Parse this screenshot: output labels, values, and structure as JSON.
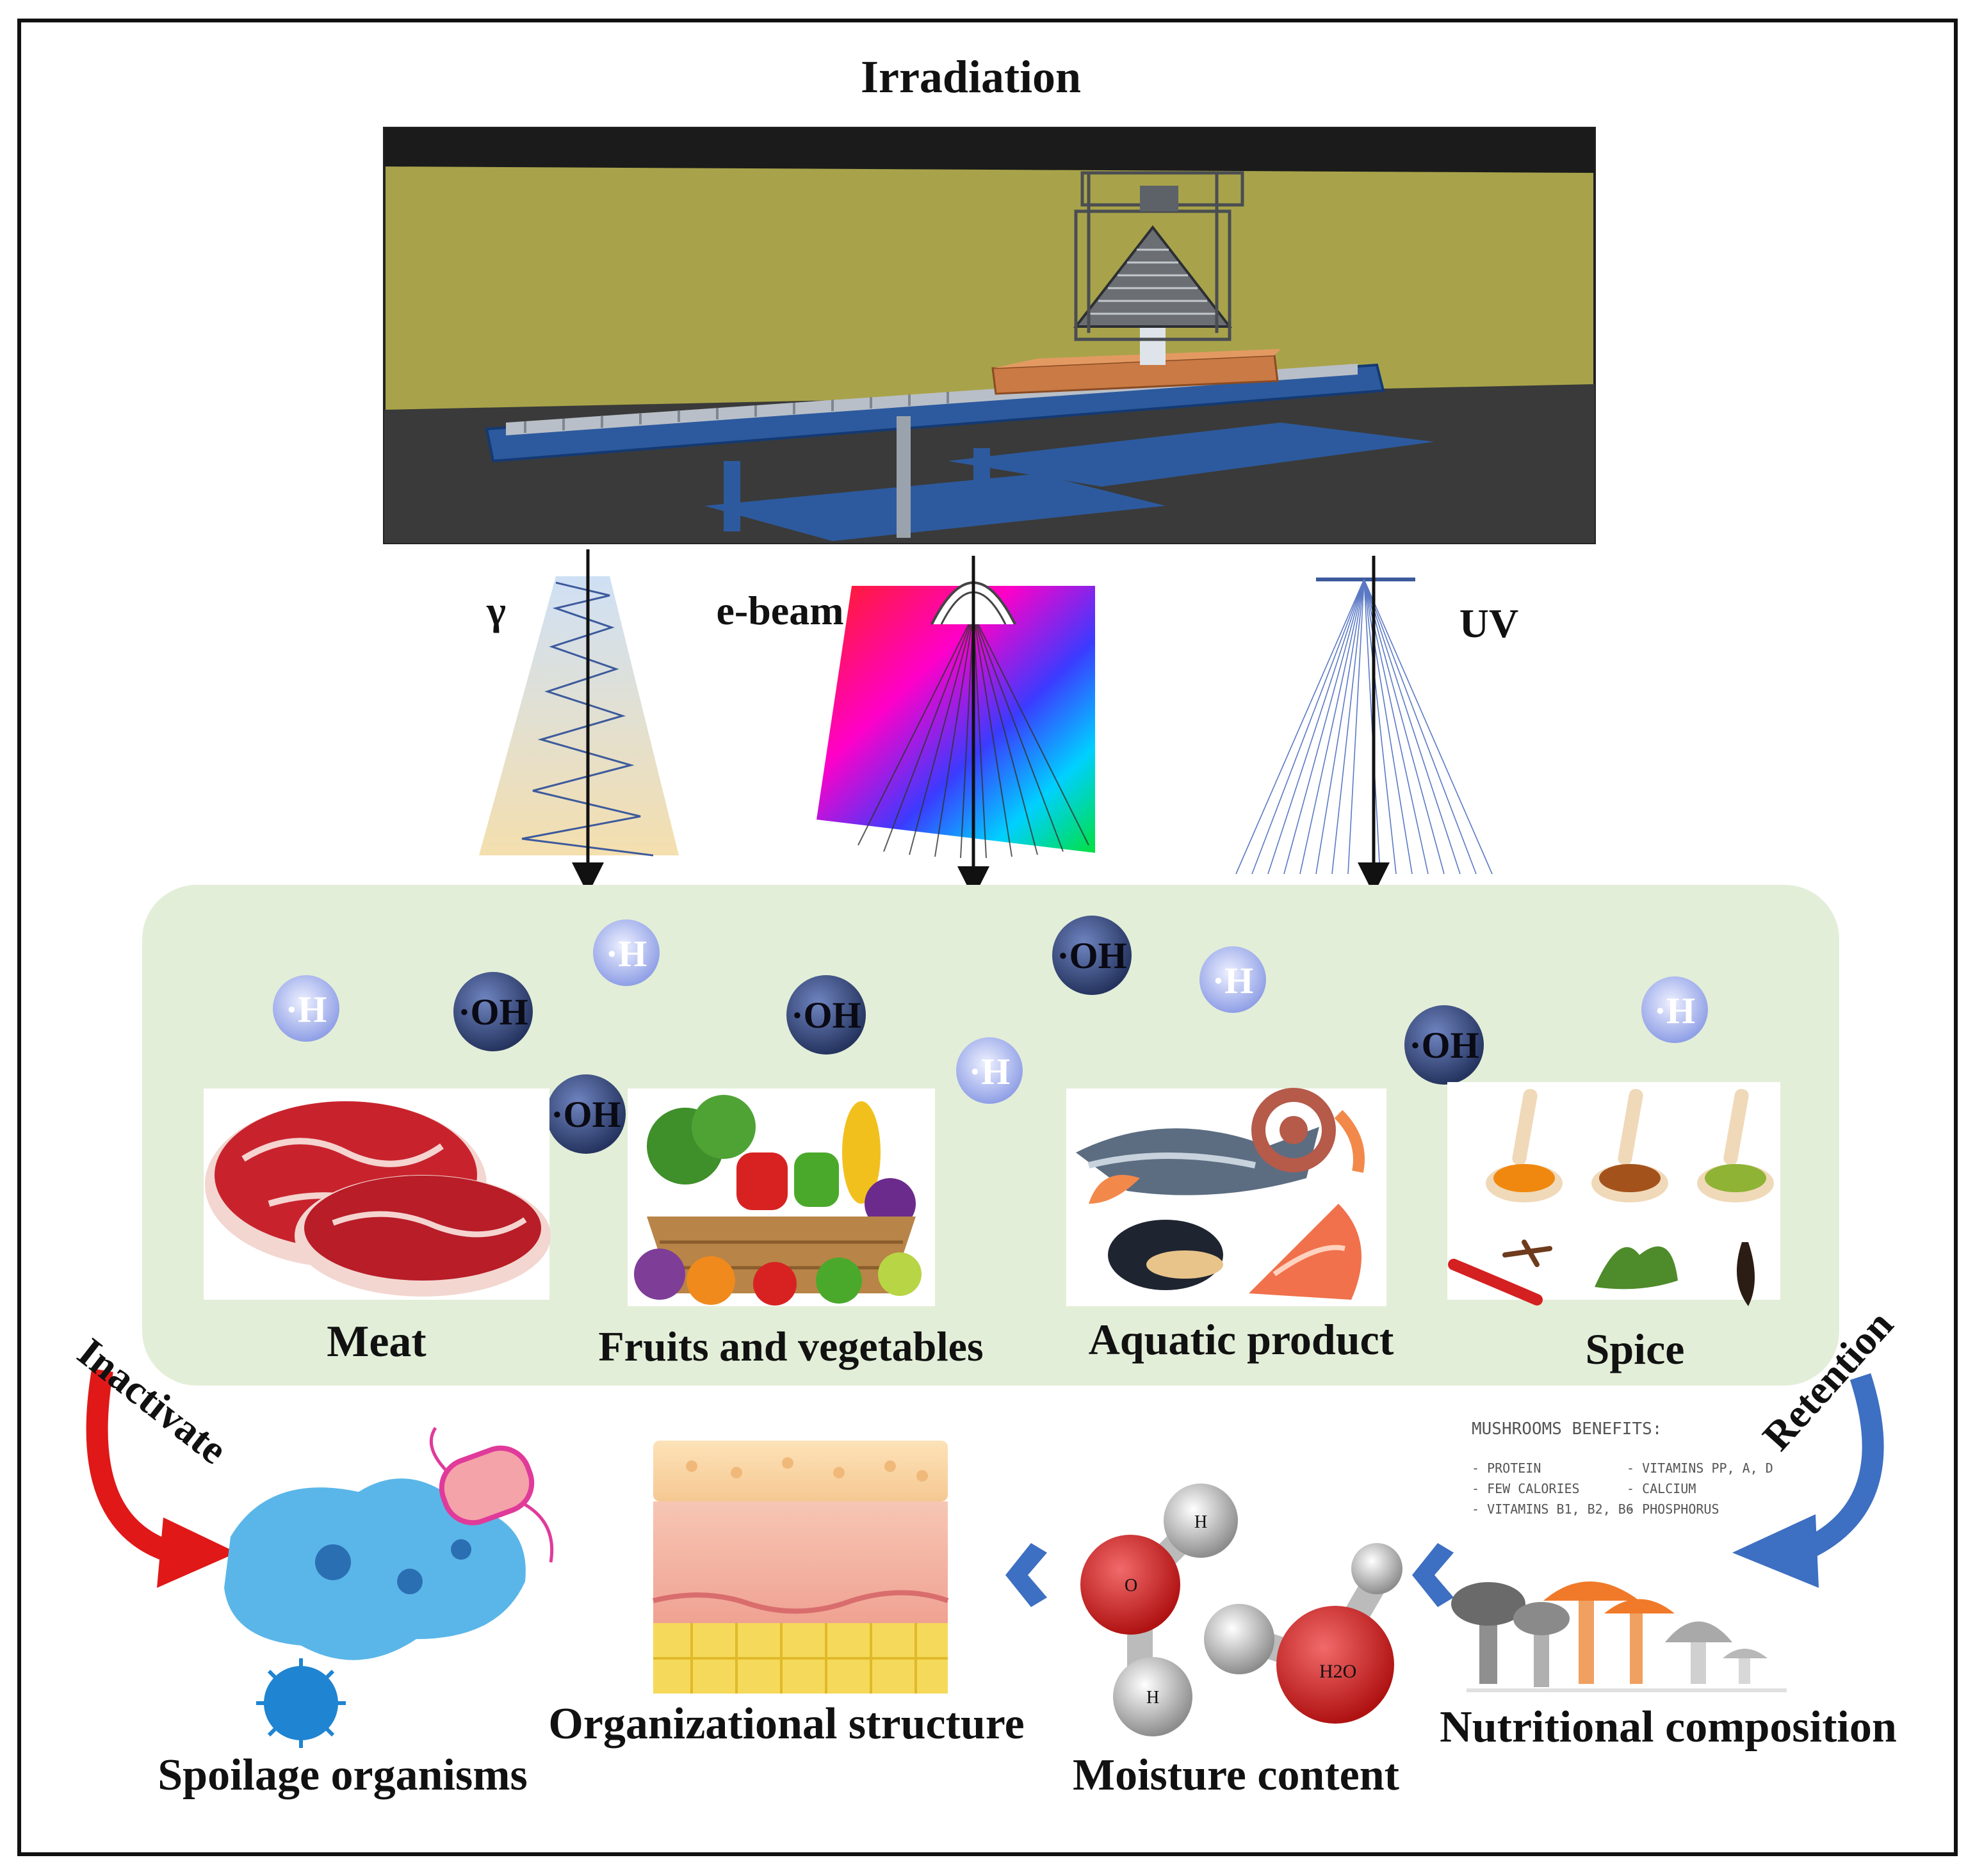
{
  "title": "Irradiation",
  "radiation_types": {
    "gamma": "γ",
    "ebeam": "e-beam",
    "uv": "UV"
  },
  "radicals": {
    "h": "·H",
    "oh": "·OH"
  },
  "food_categories": {
    "meat": "Meat",
    "fruits": "Fruits and vegetables",
    "aquatic": "Aquatic product",
    "spice": "Spice"
  },
  "effects": {
    "inactivate": "Inactivate",
    "retention": "Retention",
    "spoilage": "Spoilage organisms",
    "structure": "Organizational structure",
    "moisture": "Moisture content",
    "nutrition": "Nutritional composition"
  },
  "molecule_labels": {
    "h": "H",
    "o": "O",
    "water": "H2O"
  },
  "nutrition_card": {
    "heading": "MUSHROOMS BENEFITS:",
    "left_items": [
      "- PROTEIN",
      "- FEW CALORIES",
      "- VITAMINS B1, B2, B6"
    ],
    "right_items": [
      "- VITAMINS PP, A, D",
      "- CALCIUM",
      "- PHOSPHORUS"
    ]
  },
  "colors": {
    "panel_green": "#e3eed8",
    "inactivate_red": "#e01818",
    "retention_blue": "#3d6fc2",
    "h_radical": "#a9b6ef",
    "oh_radical": "#3a4f8a",
    "machine_wall": "#a8a34a",
    "conveyor_blue": "#2d5a9e"
  }
}
